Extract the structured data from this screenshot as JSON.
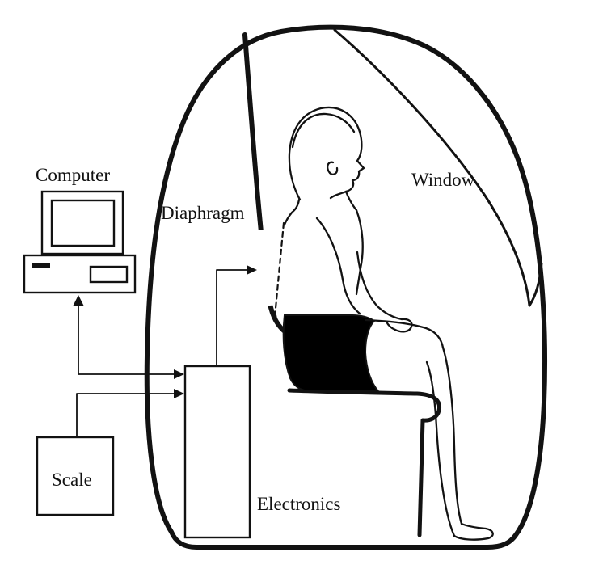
{
  "figure": {
    "labels": {
      "computer": "Computer",
      "diaphragm": "Diaphragm",
      "window": "Window",
      "scale": "Scale",
      "electronics": "Electronics"
    },
    "colors": {
      "ink": "#121212",
      "background": "#ffffff",
      "shorts_fill": "#000000"
    }
  }
}
